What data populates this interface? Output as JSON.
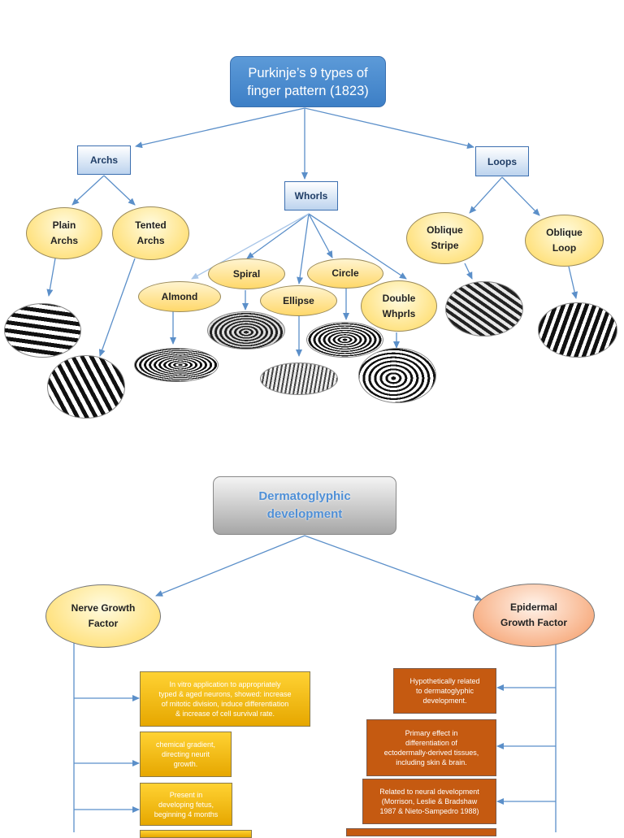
{
  "purkinje": {
    "title_line1": "Purkinje’s 9 types of",
    "title_line2": "finger pattern (1823)",
    "archs": {
      "label": "Archs",
      "plain_line1": "Plain",
      "plain_line2": "Archs",
      "tented_line1": "Tented",
      "tented_line2": "Archs"
    },
    "whorls": {
      "label": "Whorls",
      "spiral": "Spiral",
      "circle": "Circle",
      "almond": "Almond",
      "ellipse": "Ellipse",
      "double_line1": "Double",
      "double_line2": "Whprls"
    },
    "loops": {
      "label": "Loops",
      "oblique_stripe_line1": "Oblique",
      "oblique_stripe_line2": "Stripe",
      "oblique_loop_line1": "Oblique",
      "oblique_loop_line2": "Loop"
    }
  },
  "development": {
    "title_line1": "Dermatoglyphic",
    "title_line2": "development",
    "ngf": {
      "label_line1": "Nerve Growth",
      "label_line2": "Factor",
      "notes": [
        [
          "In vitro application to appropriately",
          "typed & aged neurons, showed: increase",
          "of mitotic division, induce differentiation",
          "& increase of cell survival rate."
        ],
        [
          "chemical gradient,",
          "directing neurit",
          "growth."
        ],
        [
          "Present in",
          "developing fetus,",
          "beginning 4 months"
        ]
      ]
    },
    "egf": {
      "label_line1": "Epidermal",
      "label_line2": "Growth Factor",
      "notes": [
        [
          "Hypothetically related",
          "to dermatoglyphic",
          "development."
        ],
        [
          "Primary effect in",
          "differentiation of",
          "ectodermally-derived tissues,",
          "including skin & brain."
        ],
        [
          "Related to neural development",
          "(Morrison, Leslie & Bradshaw",
          "1987 & Nieto-Sampedro 1988)"
        ]
      ]
    }
  },
  "colors": {
    "arrow": "#5b8fc9",
    "title_fill": "#4a8bd0",
    "oval_fill": "#ffe17d",
    "ngf_note_fill": "#f2b705",
    "egf_note_fill": "#c55a11"
  }
}
